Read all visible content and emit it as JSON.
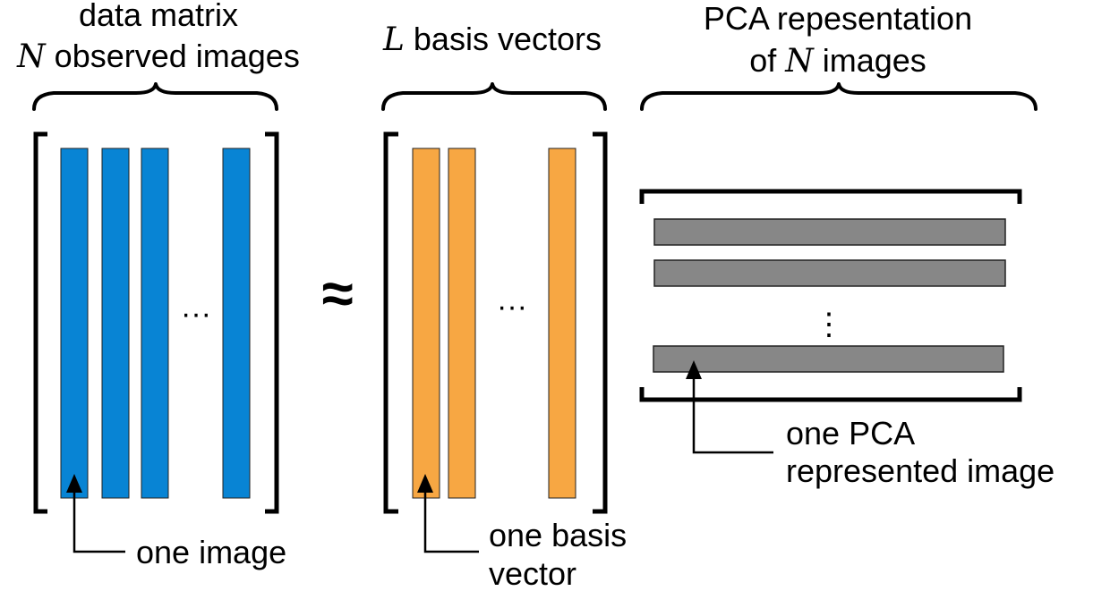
{
  "data_matrix": {
    "title_line1": "data matrix",
    "title_line2_var": "N",
    "title_line2_rest": " observed images",
    "dots": "···",
    "callout_label": "one image"
  },
  "approx_symbol": "≈",
  "basis": {
    "title_var": "L",
    "title_rest": " basis vectors",
    "dots": "···",
    "callout_label_line1": "one basis",
    "callout_label_line2": "vector"
  },
  "pca": {
    "title_line1": "PCA repesentation",
    "title_line2_pre": "of ",
    "title_line2_var": "N",
    "title_line2_post": " images",
    "vdots": "⋮",
    "callout_label_line1": "one PCA",
    "callout_label_line2": "represented image"
  },
  "colors": {
    "image_column": "#0884d4",
    "basis_column": "#f7a743",
    "pca_row": "#878787"
  }
}
